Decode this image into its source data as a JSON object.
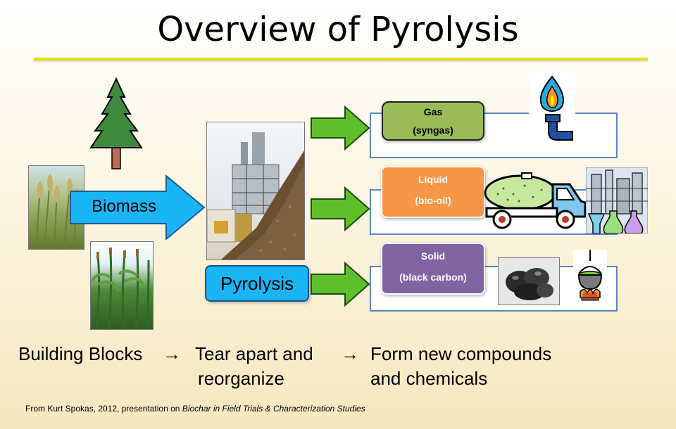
{
  "title": "Overview of Pyrolysis",
  "biomass_label": "Biomass",
  "pyrolysis_label": "Pyrolysis",
  "outputs": [
    {
      "line1": "Gas",
      "line2": "(syngas)"
    },
    {
      "line1": "Liquid",
      "line2": "(bio-oil)"
    },
    {
      "line1": "Solid",
      "line2": "(black carbon)"
    }
  ],
  "bottom": {
    "step1": "Building Blocks",
    "arrow": "→",
    "step2_line1": "Tear apart and",
    "step2_line2": "reorganize",
    "step3_line1": "Form new compounds",
    "step3_line2": "and chemicals"
  },
  "footnote": {
    "prefix": "From Kurt Spokas, 2012, presentation on ",
    "italic": "Biochar in Field Trials & Characterization Studies"
  },
  "colors": {
    "gas": "#9bbb59",
    "liquid": "#f79646",
    "solid": "#8064a2",
    "biomass_arrow": "#19b5f5",
    "green_arrow": "#5fbf2a",
    "title_rule": "#e8e000"
  }
}
